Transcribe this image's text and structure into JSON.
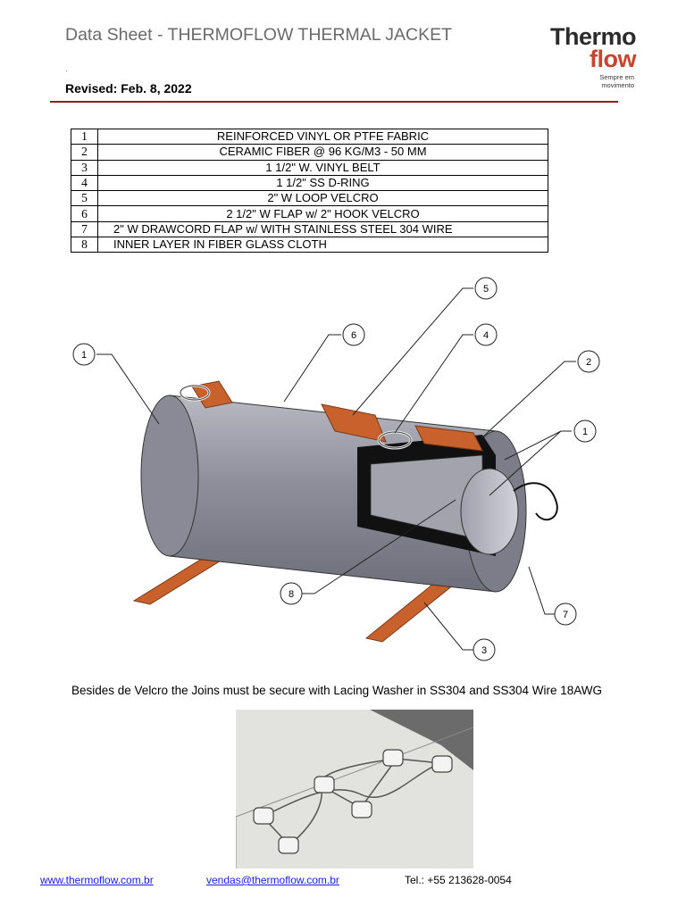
{
  "header": {
    "title": "Data Sheet - THERMOFLOW THERMAL JACKET",
    "dot": ".",
    "revised": "Revised: Feb. 8, 2022"
  },
  "logo": {
    "line1": "Thermo",
    "line2": "flow",
    "tagline": "Sempre em movimento"
  },
  "parts": [
    {
      "num": "1",
      "desc": "REINFORCED VINYL OR PTFE FABRIC"
    },
    {
      "num": "2",
      "desc": "CERAMIC FIBER @ 96 KG/M3 - 50 MM"
    },
    {
      "num": "3",
      "desc": "1 1/2\" W. VINYL BELT"
    },
    {
      "num": "4",
      "desc": "1 1/2\" SS D-RING"
    },
    {
      "num": "5",
      "desc": "2\" W LOOP VELCRO"
    },
    {
      "num": "6",
      "desc": "2 1/2\" W FLAP w/ 2\" HOOK VELCRO"
    },
    {
      "num": "7",
      "desc": "2\" W DRAWCORD FLAP w/  WITH STAINLESS STEEL 304 WIRE"
    },
    {
      "num": "8",
      "desc": "INNER LAYER IN FIBER GLASS CLOTH"
    }
  ],
  "diagram": {
    "callouts": [
      "1",
      "6",
      "5",
      "4",
      "2",
      "1",
      "7",
      "3",
      "8"
    ]
  },
  "note": "Besides de Velcro the Joins must be secure with Lacing Washer in SS304 and SS304 Wire 18AWG",
  "footer": {
    "website": "www.thermoflow.com.br",
    "email": "vendas@thermoflow.com.br",
    "tel": "Tel.: +55 213628-0054"
  },
  "colors": {
    "brand_red": "#9a1b1f",
    "logo_orange": "#c8442e",
    "strap_orange": "#c8612c",
    "jacket_gray": "#8c8c98"
  }
}
